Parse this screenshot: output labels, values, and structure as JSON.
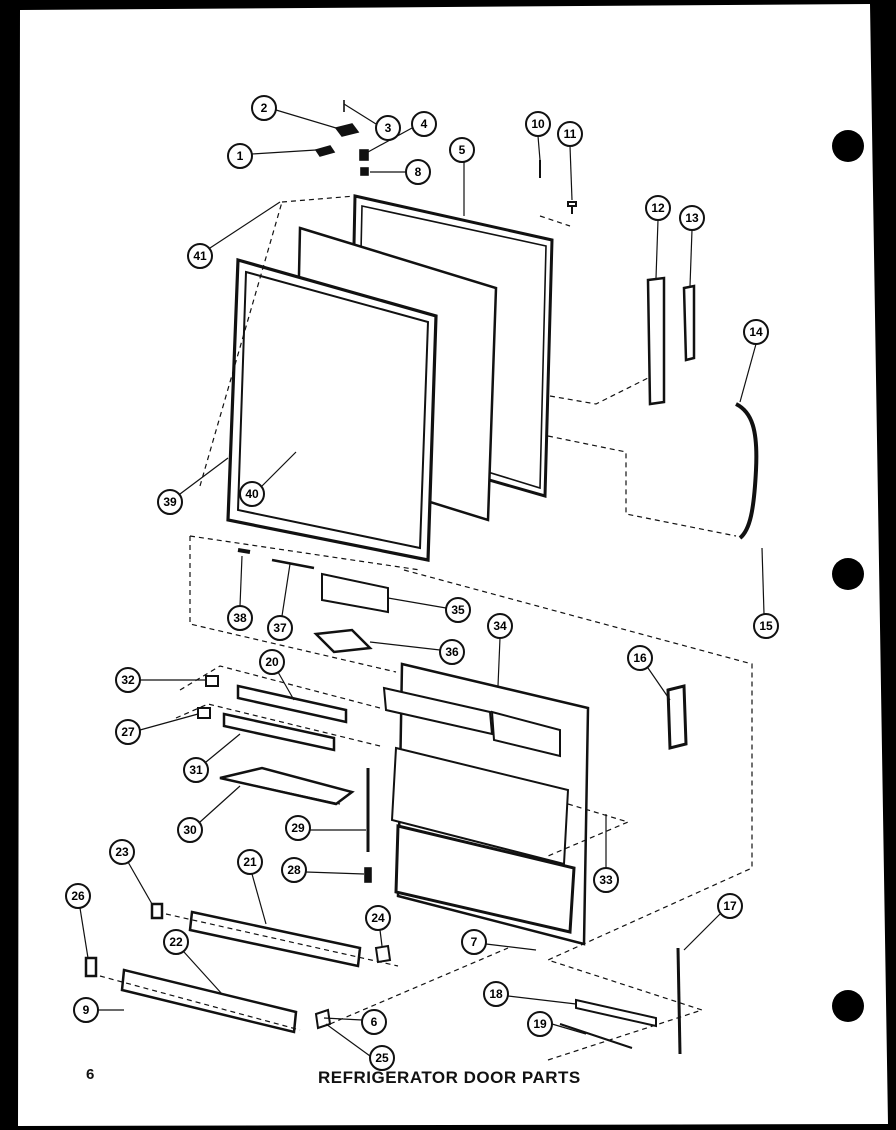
{
  "page": {
    "number": "6",
    "title": "REFRIGERATOR DOOR PARTS"
  },
  "callouts": [
    "1",
    "2",
    "3",
    "4",
    "5",
    "6",
    "7",
    "8",
    "9",
    "10",
    "11",
    "12",
    "13",
    "14",
    "15",
    "16",
    "17",
    "18",
    "19",
    "20",
    "21",
    "22",
    "23",
    "24",
    "25",
    "26",
    "27",
    "28",
    "29",
    "30",
    "31",
    "32",
    "33",
    "34",
    "35",
    "36",
    "37",
    "38",
    "39",
    "40",
    "41"
  ],
  "colors": {
    "ink": "#111111",
    "paper": "#ffffff",
    "page_border": "#000000"
  }
}
